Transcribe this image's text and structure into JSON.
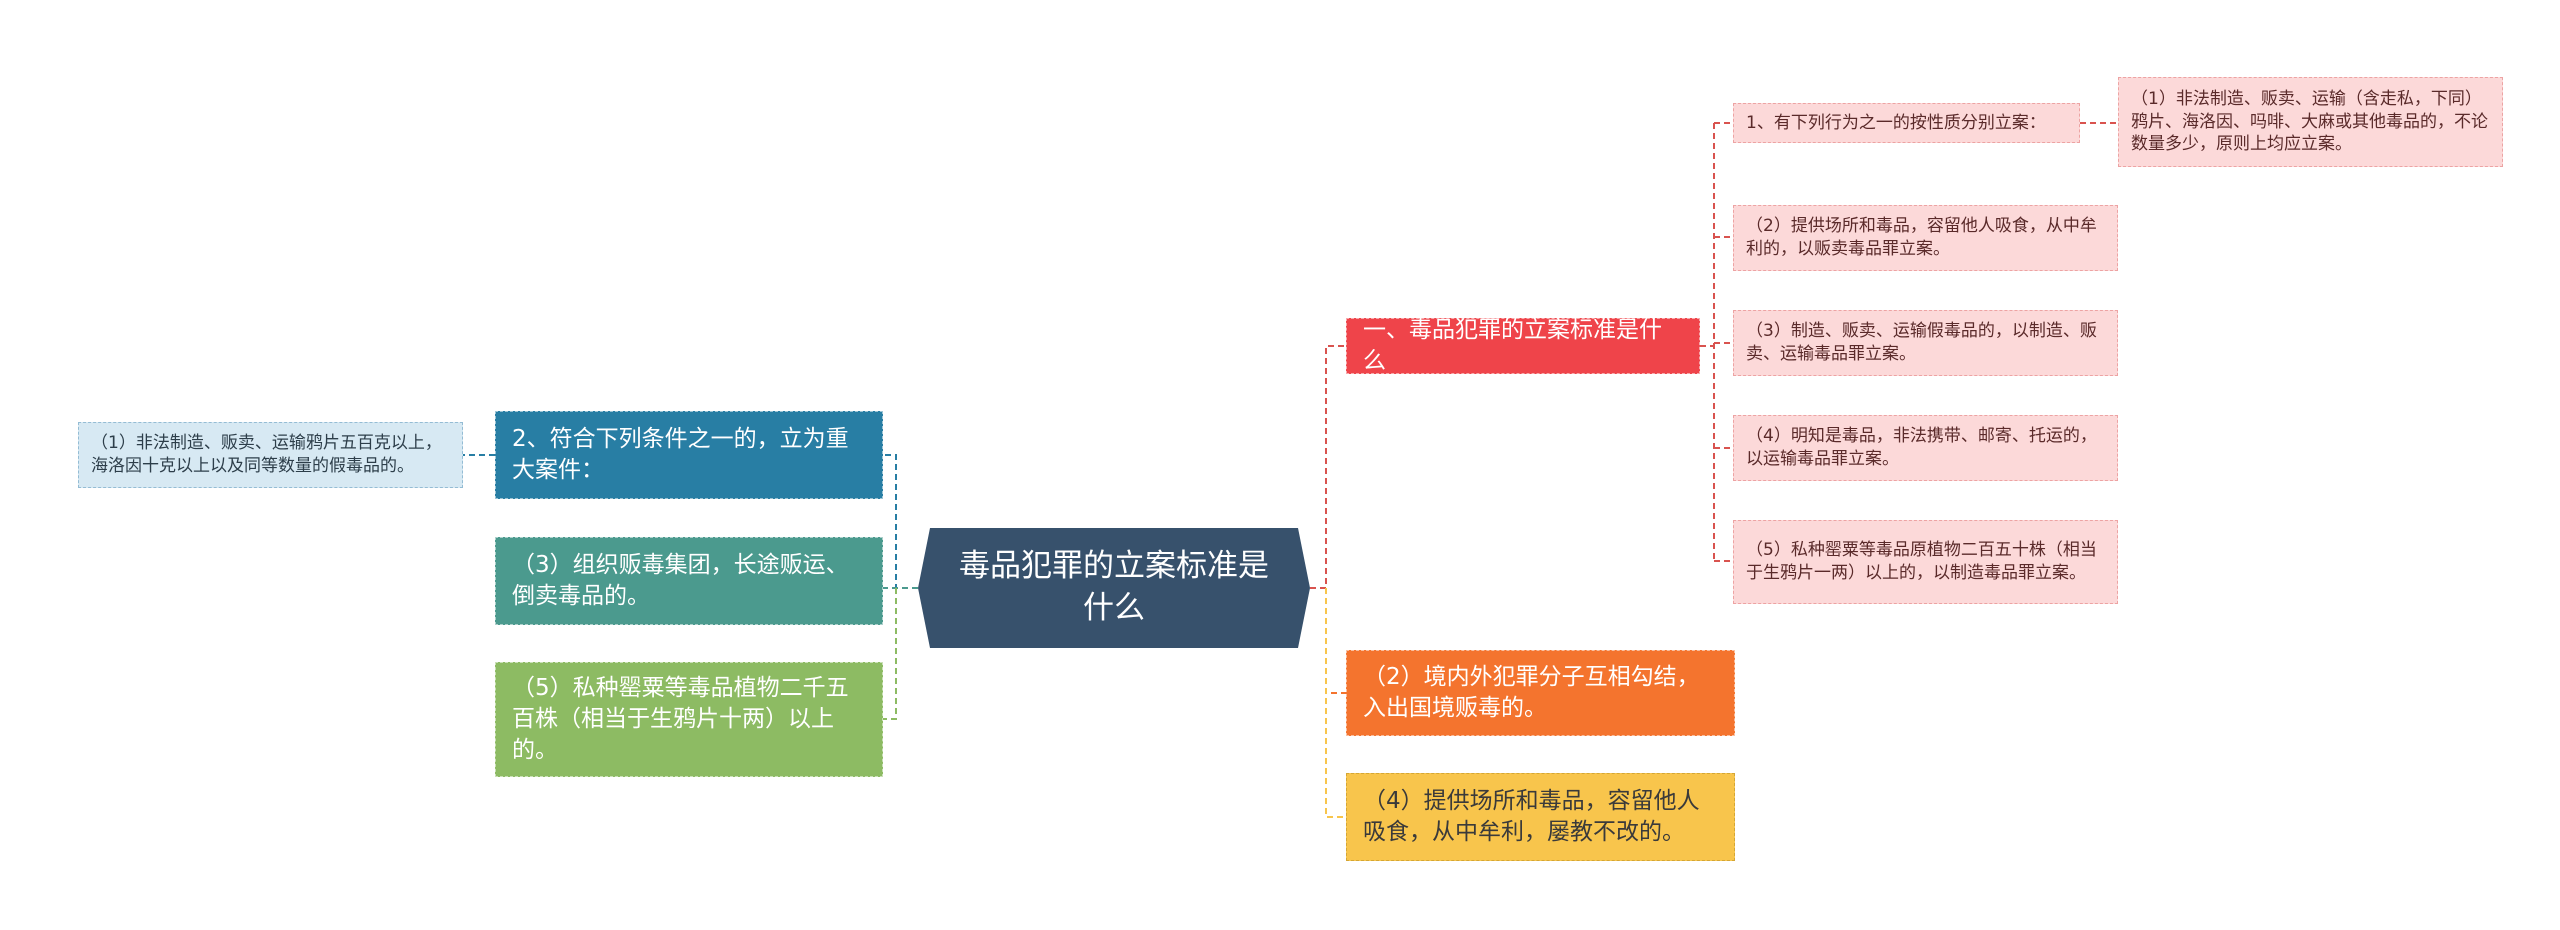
{
  "center": {
    "title": "毒品犯罪的立案标准是什么"
  },
  "right": {
    "n1": {
      "label": "一、毒品犯罪的立案标准是什么",
      "child_1": {
        "label": "1、有下列行为之一的按性质分别立案：",
        "child_1": "（1）非法制造、贩卖、运输（含走私，下同）鸦片、海洛因、吗啡、大麻或其他毒品的，不论数量多少，原则上均应立案。"
      },
      "child_2": "（2）提供场所和毒品，容留他人吸食，从中牟利的，以贩卖毒品罪立案。",
      "child_3": "（3）制造、贩卖、运输假毒品的，以制造、贩卖、运输毒品罪立案。",
      "child_4": "（4）明知是毒品，非法携带、邮寄、托运的，以运输毒品罪立案。",
      "child_5": "（5）私种罂粟等毒品原植物二百五十株（相当于生鸦片一两）以上的，以制造毒品罪立案。"
    },
    "n2": {
      "label": "（2）境内外犯罪分子互相勾结，入出国境贩毒的。"
    },
    "n3": {
      "label": "（4）提供场所和毒品，容留他人吸食，从中牟利，屡教不改的。"
    }
  },
  "left": {
    "n1": {
      "label": "2、符合下列条件之一的，立为重大案件：",
      "child_1": "（1）非法制造、贩卖、运输鸦片五百克以上，海洛因十克以上以及同等数量的假毒品的。"
    },
    "n2": {
      "label": "（3）组织贩毒集团，长途贩运、倒卖毒品的。"
    },
    "n3": {
      "label": "（5）私种罂粟等毒品植物二千五百株（相当于生鸦片十两）以上的。"
    }
  },
  "colors": {
    "center": "#37516c",
    "red": "#ef444a",
    "orange": "#f4742e",
    "yellow": "#f8c54c",
    "blue": "#287ea4",
    "teal": "#4b9a8e",
    "green": "#8dbb63",
    "pink_leaf": "#fcd9d9",
    "blue_leaf": "#d7e9f3"
  }
}
